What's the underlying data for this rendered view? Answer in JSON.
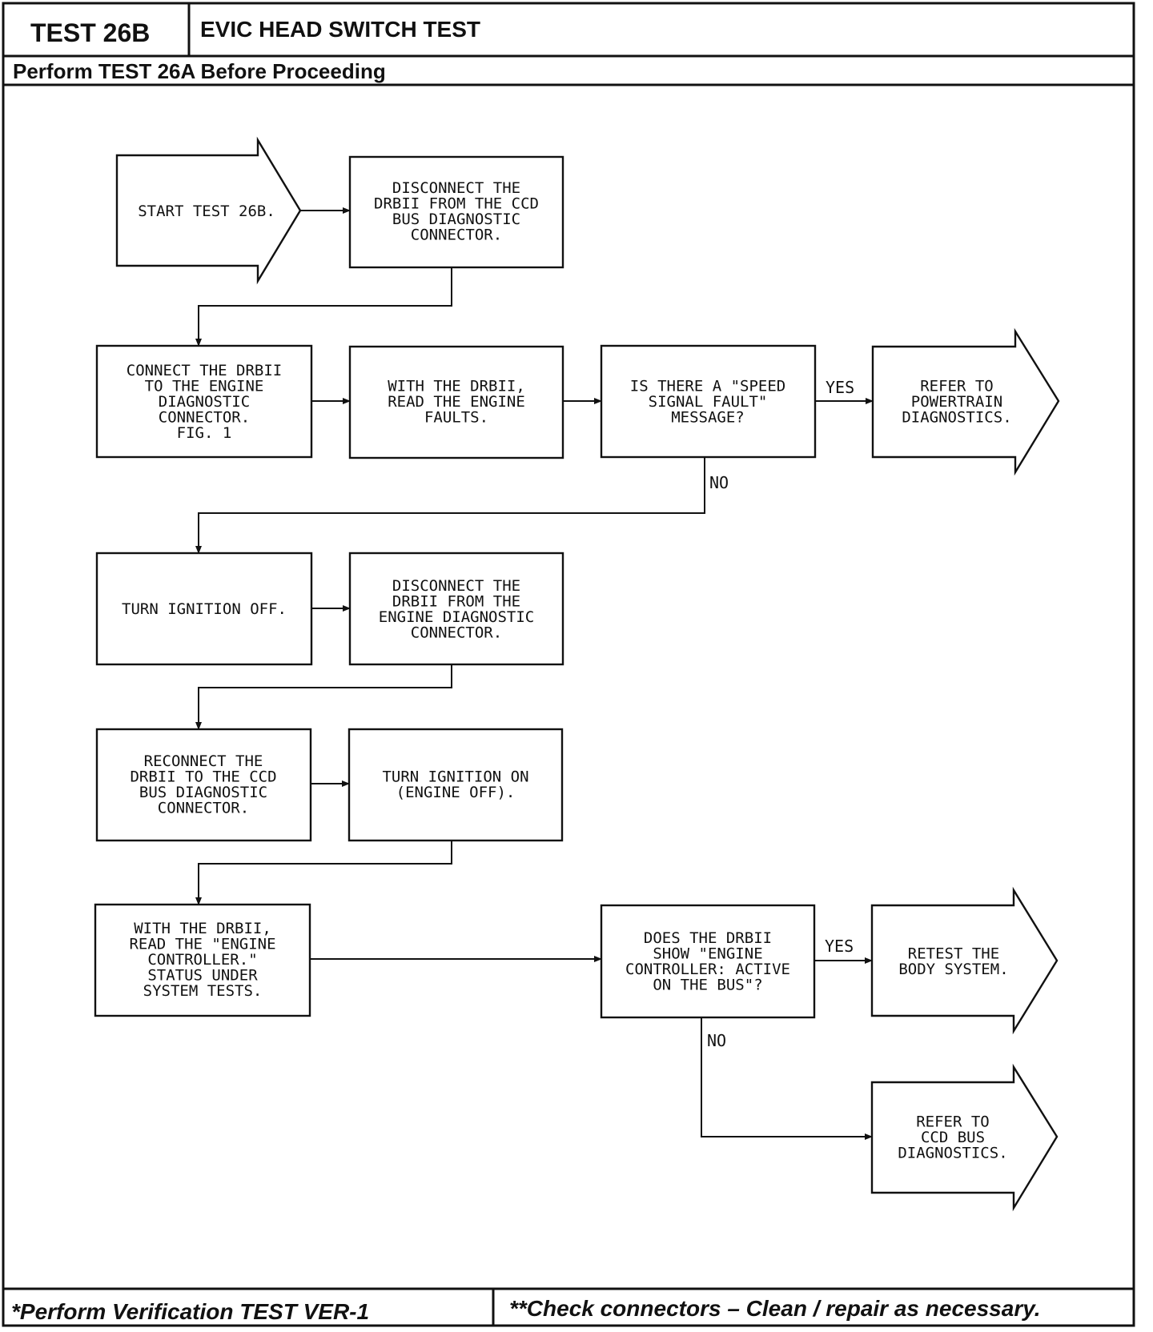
{
  "header": {
    "test_id": "TEST 26B",
    "title": "EVIC HEAD SWITCH TEST",
    "prerequisite": "Perform TEST 26A Before Proceeding"
  },
  "footer": {
    "left_note": "*Perform Verification TEST VER-1",
    "right_note": "**Check connectors – Clean / repair as necessary."
  },
  "steps": {
    "start": [
      "START TEST 26B."
    ],
    "disconnect_ccd": [
      "DISCONNECT THE",
      "DRBII FROM THE CCD",
      "BUS DIAGNOSTIC",
      "CONNECTOR."
    ],
    "connect_engine": [
      "CONNECT THE DRBII",
      "TO THE ENGINE",
      "DIAGNOSTIC",
      "CONNECTOR.",
      "FIG. 1"
    ],
    "read_faults": [
      "WITH THE DRBII,",
      "READ THE ENGINE",
      "FAULTS."
    ],
    "speed_fault_question": [
      "IS THERE A \"SPEED",
      "SIGNAL FAULT\"",
      "MESSAGE?"
    ],
    "powertrain_result": [
      "REFER TO",
      "POWERTRAIN",
      "DIAGNOSTICS."
    ],
    "ignition_off": [
      "TURN IGNITION OFF."
    ],
    "disconnect_engine": [
      "DISCONNECT THE",
      "DRBII FROM THE",
      "ENGINE DIAGNOSTIC",
      "CONNECTOR."
    ],
    "reconnect_ccd": [
      "RECONNECT THE",
      "DRBII TO THE CCD",
      "BUS DIAGNOSTIC",
      "CONNECTOR."
    ],
    "ignition_on": [
      "TURN IGNITION ON",
      "(ENGINE OFF)."
    ],
    "read_status": [
      "WITH THE DRBII,",
      "READ THE \"ENGINE",
      "CONTROLLER.\"",
      "STATUS UNDER",
      "SYSTEM TESTS."
    ],
    "active_question": [
      "DOES THE DRBII",
      "SHOW \"ENGINE",
      "CONTROLLER: ACTIVE",
      "ON THE BUS\"?"
    ],
    "retest_result": [
      "RETEST THE",
      "BODY SYSTEM."
    ],
    "ccd_result": [
      "REFER TO",
      "CCD BUS",
      "DIAGNOSTICS."
    ]
  },
  "edge_labels": {
    "q1_yes": "YES",
    "q1_no": "NO",
    "q2_yes": "YES",
    "q2_no": "NO"
  }
}
